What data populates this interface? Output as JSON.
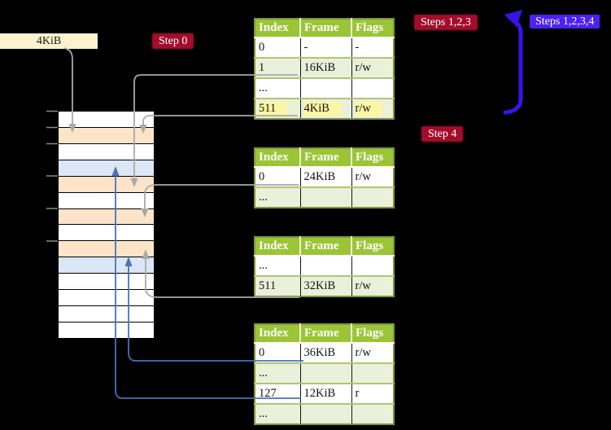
{
  "page_size_box": {
    "label": "4KiB"
  },
  "badges": {
    "step0": "Step 0",
    "steps123": "Steps 1,2,3",
    "steps1234": "Steps 1,2,3,4",
    "step4": "Step 4"
  },
  "colors": {
    "background": "#000000",
    "table_header_green": "#9cc437",
    "table_alt_row_green": "#eaf0da",
    "table_border_olive": "#7d9639",
    "highlight_yellow": "#fdf7a3",
    "badge_red": "#a30d2c",
    "badge_blue": "#4c21f2",
    "loop_arrow_blue": "#3a13ea",
    "connector_gray": "#a9a9a9",
    "connector_blue": "#4a72ba",
    "strip_orange": "#fce4c8",
    "strip_blue": "#dbe7f6",
    "box_cream": "#fcf2cd"
  },
  "tables": [
    {
      "headers": [
        "Index",
        "Frame",
        "Flags"
      ],
      "rows": [
        {
          "cells": [
            "0",
            "-",
            "-"
          ]
        },
        {
          "cells": [
            "1",
            "16KiB",
            "r/w"
          ]
        },
        {
          "cells": [
            "...",
            "",
            ""
          ]
        },
        {
          "cells": [
            "511",
            "4KiB",
            "r/w"
          ],
          "highlight": true
        }
      ]
    },
    {
      "headers": [
        "Index",
        "Frame",
        "Flags"
      ],
      "rows": [
        {
          "cells": [
            "0",
            "24KiB",
            "r/w"
          ]
        },
        {
          "cells": [
            "...",
            "",
            ""
          ]
        }
      ]
    },
    {
      "headers": [
        "Index",
        "Frame",
        "Flags"
      ],
      "rows": [
        {
          "cells": [
            "...",
            "",
            ""
          ]
        },
        {
          "cells": [
            "511",
            "32KiB",
            "r/w"
          ]
        }
      ]
    },
    {
      "headers": [
        "Index",
        "Frame",
        "Flags"
      ],
      "rows": [
        {
          "cells": [
            "0",
            "36KiB",
            "r/w"
          ]
        },
        {
          "cells": [
            "...",
            "",
            ""
          ]
        },
        {
          "cells": [
            "127",
            "12KiB",
            "r"
          ]
        },
        {
          "cells": [
            "...",
            "",
            ""
          ]
        }
      ]
    }
  ],
  "memory_strip": {
    "rows": [
      "white",
      "orange",
      "white",
      "blue",
      "orange",
      "white",
      "orange",
      "white",
      "orange",
      "blue",
      "white",
      "white",
      "white",
      "white"
    ]
  }
}
